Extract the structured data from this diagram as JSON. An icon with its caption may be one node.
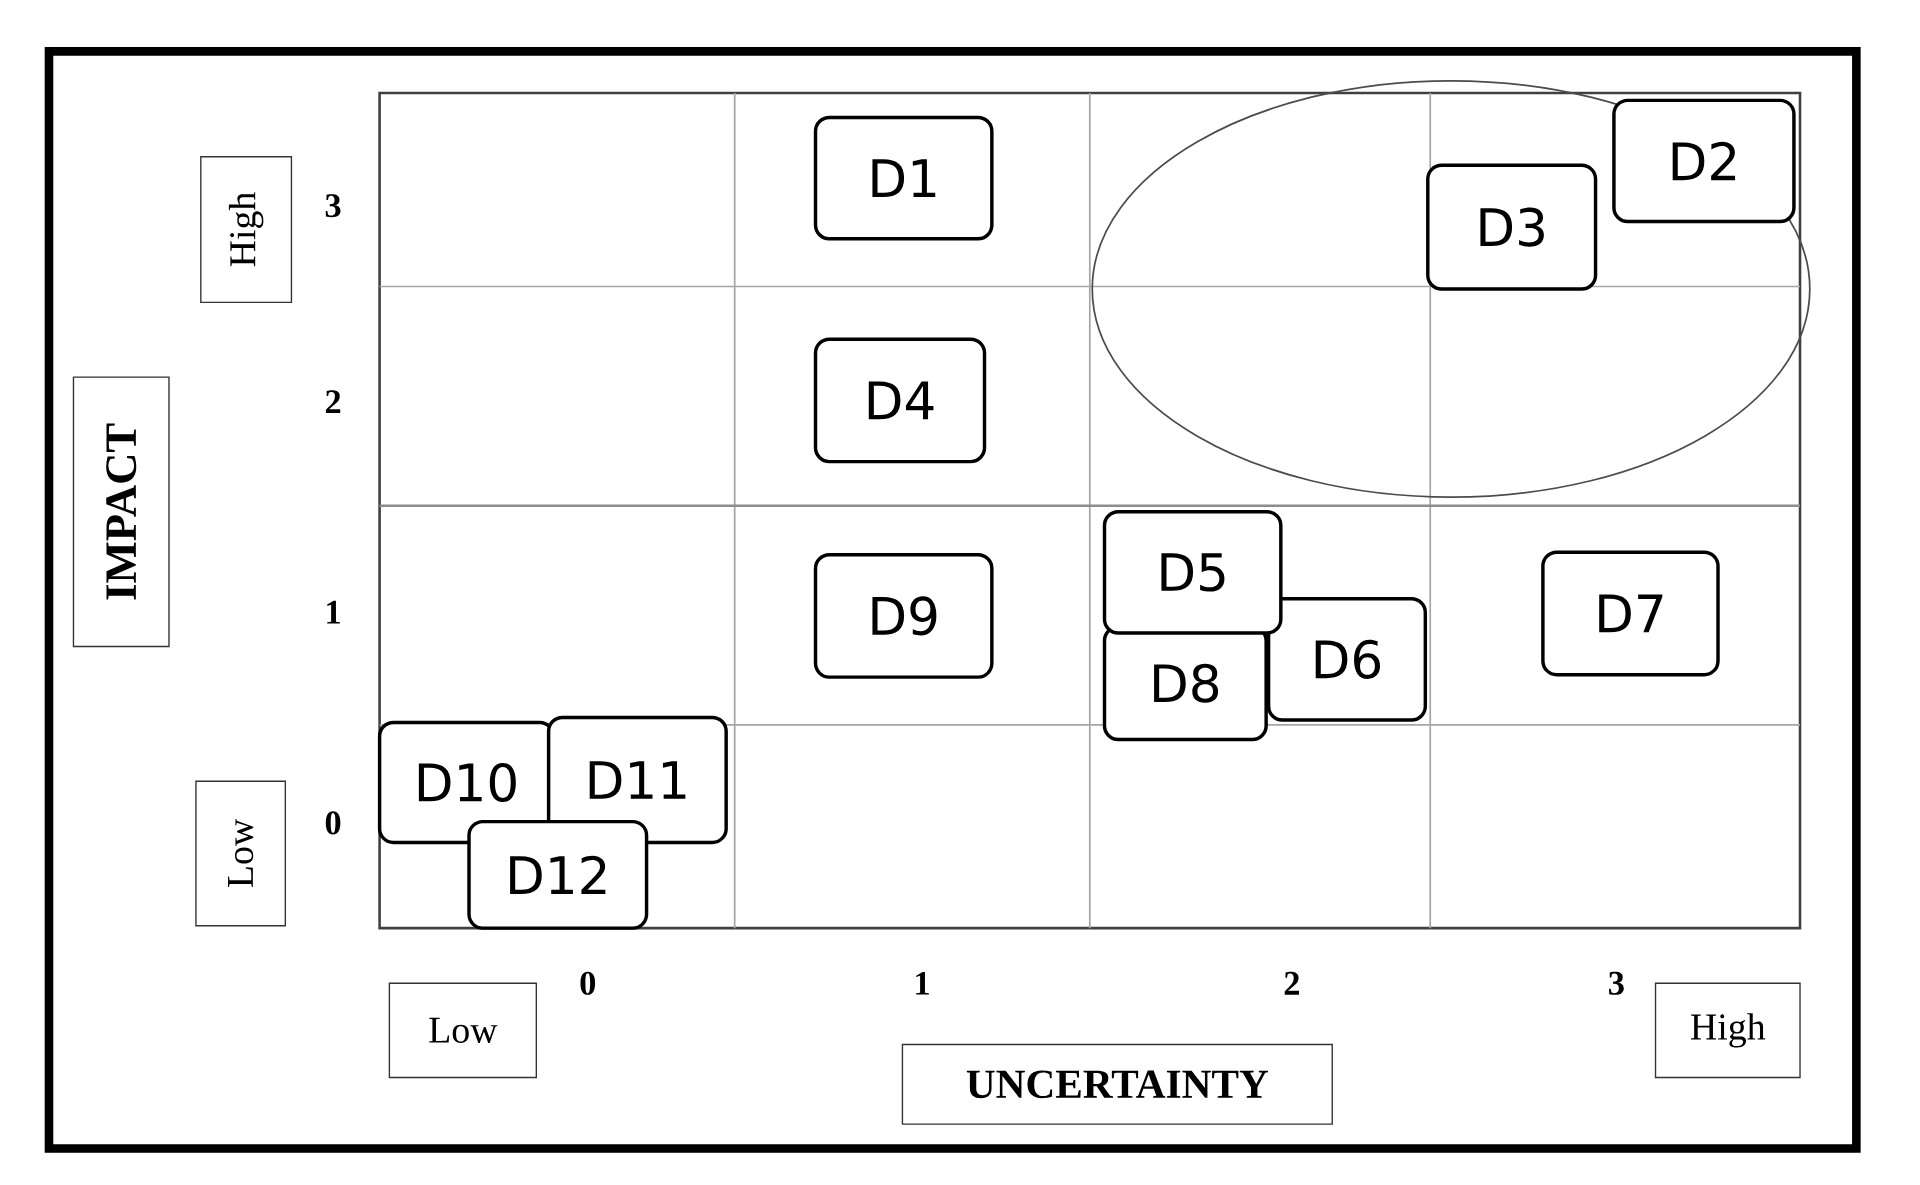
{
  "diagram": {
    "nodes": [
      {
        "text": [
          "High"
        ]
      },
      {
        "text": [
          "D1"
        ]
      },
      {
        "text": [
          "D2"
        ]
      },
      {
        "text": [
          "D3"
        ]
      },
      {
        "text": [
          "D4"
        ]
      },
      {
        "text": [
          "IMPACT"
        ]
      },
      {
        "text": [
          "D9"
        ]
      },
      {
        "text": [
          "D5"
        ]
      },
      {
        "text": [
          "D6"
        ]
      },
      {
        "text": [
          "D7"
        ]
      },
      {
        "text": [
          "D8"
        ]
      },
      {
        "text": [
          "D10"
        ]
      },
      {
        "text": [
          "D11"
        ]
      },
      {
        "text": [
          "Low"
        ]
      },
      {
        "text": [
          "D12"
        ]
      },
      {
        "text": [
          "Low"
        ]
      },
      {
        "text": [
          "High"
        ]
      },
      {
        "text": [
          "UNCERTAINTY"
        ]
      }
    ],
    "labels": [
      "3",
      "2",
      "1",
      "0",
      "0",
      "1",
      "2",
      "3"
    ]
  }
}
